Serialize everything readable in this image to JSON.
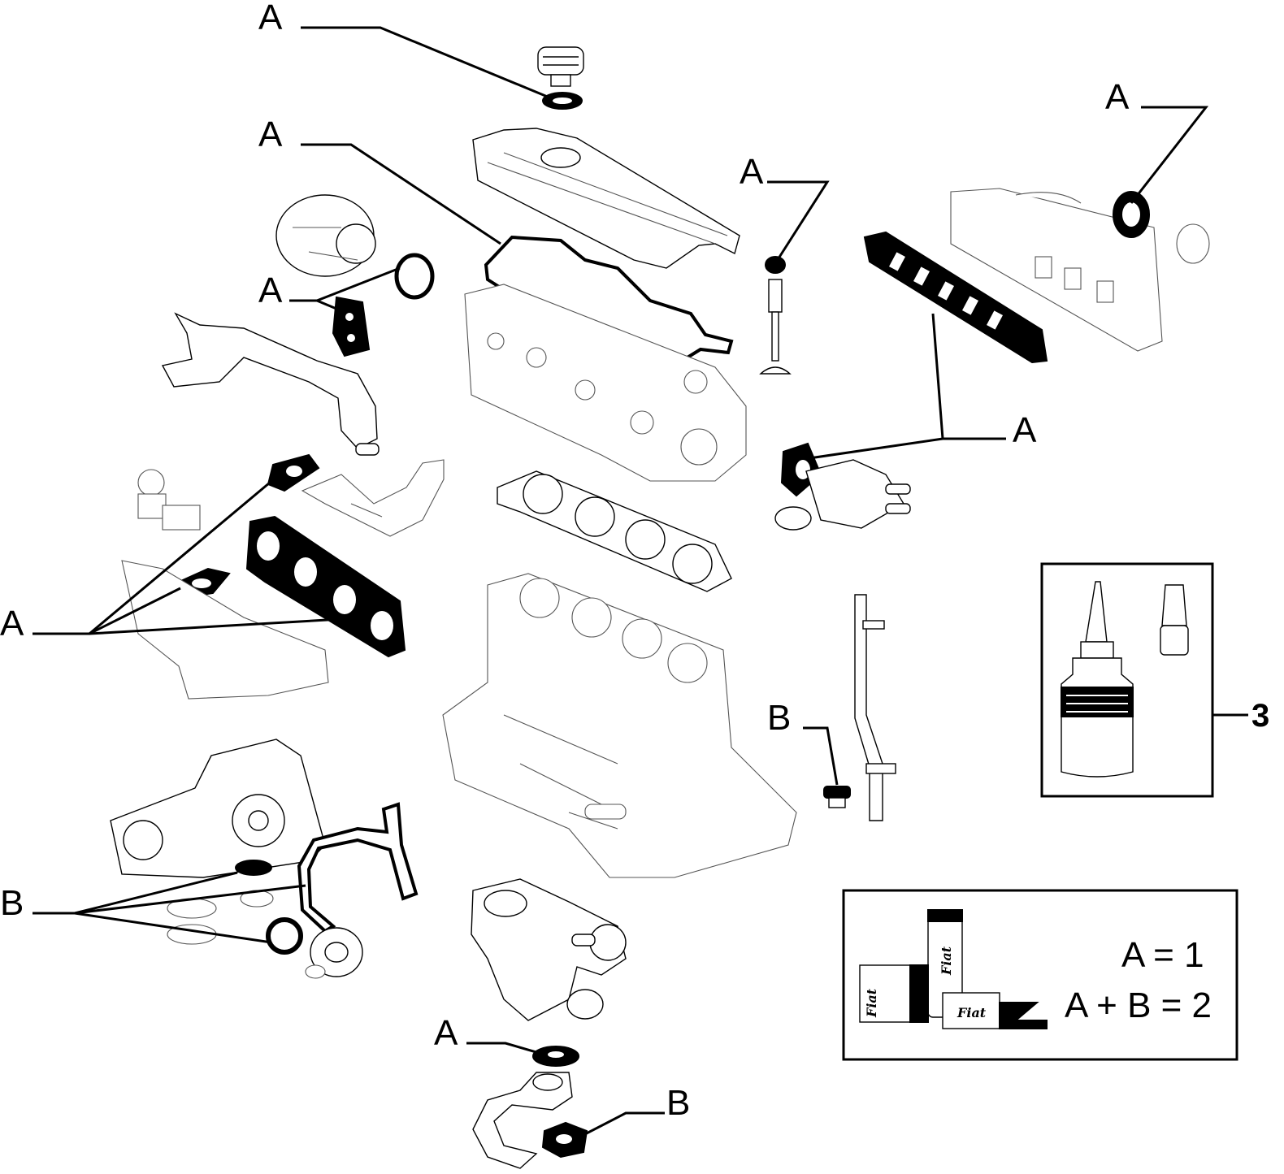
{
  "callouts": {
    "a_label": "A",
    "b_label": "B",
    "kit_number": "3"
  },
  "legend": {
    "line1": "A = 1",
    "line2": "A + B = 2",
    "brand": "Fiat"
  },
  "colors": {
    "ink": "#000000",
    "paper": "#ffffff"
  }
}
